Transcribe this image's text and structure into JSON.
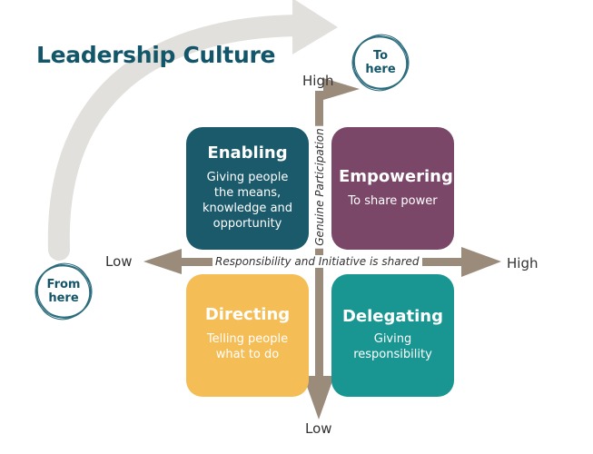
{
  "title": "Leadership Culture",
  "quadrants": {
    "enabling": {
      "title": "Enabling",
      "desc": "Giving people\nthe means,\nknowledge and\nopportunity"
    },
    "empowering": {
      "title": "Empowering",
      "desc": "To share power"
    },
    "directing": {
      "title": "Directing",
      "desc": "Telling people\nwhat to do"
    },
    "delegating": {
      "title": "Delegating",
      "desc": "Giving\nresponsibility"
    }
  },
  "axes": {
    "horizontal": {
      "text": "Responsibility and Initiative is shared",
      "low": "Low",
      "high": "High"
    },
    "vertical": {
      "text": "Genuine Participation",
      "low": "Low",
      "high": "High"
    }
  },
  "badges": {
    "to": "To\nhere",
    "from": "From\nhere"
  },
  "colors": {
    "title": "#135569",
    "enabling": "#1b5a6b",
    "empowering": "#7b4768",
    "directing": "#f5bd55",
    "delegating": "#199691",
    "arrow": "#9b8b7b",
    "curve": "#e2e0dc"
  }
}
